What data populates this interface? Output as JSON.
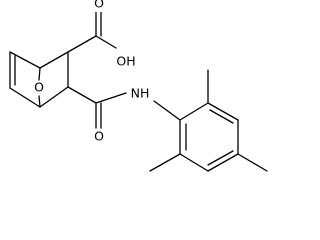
{
  "molecule": {
    "labels": {
      "hydroxyl": "OH",
      "carbonyl_oxygen_top": "O",
      "bridge_oxygen": "O",
      "amide_nitrogen": "NH",
      "amide_oxygen": "O"
    }
  },
  "colors": {
    "bond": "#000000",
    "text": "#000000",
    "background": "#ffffff"
  }
}
